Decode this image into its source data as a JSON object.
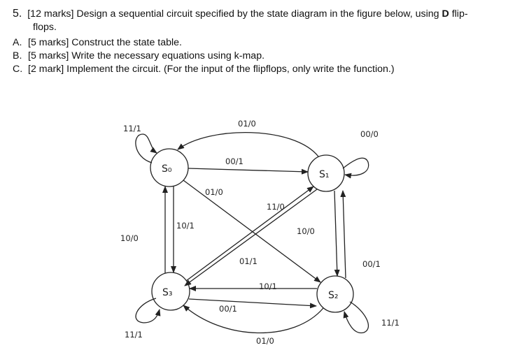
{
  "question": {
    "number": "5.",
    "text_line1": "[12 marks] Design a sequential circuit specified by the state diagram in the figure below, using ",
    "bold_D": "D",
    "text_line1_end": " flip-",
    "text_line2": "flops."
  },
  "parts": [
    {
      "letter": "A.",
      "text": "[5 marks] Construct the state table."
    },
    {
      "letter": "B.",
      "text": "[5 marks] Write the necessary equations using k-map."
    },
    {
      "letter": "C.",
      "text": "[2 mark] Implement the circuit. (For the input of the flipflops, only write the function.)"
    }
  ],
  "diagram": {
    "states": {
      "s0": "S₀",
      "s1": "S₁",
      "s2": "S₂",
      "s3": "S₃"
    },
    "labels": {
      "s0_self": "11/1",
      "s1_to_s0_top": "01/0",
      "s1_self": "00/0",
      "s0_to_s1": "00/1",
      "s0_to_s2": "01/0",
      "s2_to_s3_diag": "11/0",
      "s3_to_s0": "10/0",
      "s0_to_s3": "10/1",
      "s1_to_s2": "10/0",
      "s2_to_s1": "00/1",
      "s3_to_s1": "01/1",
      "s2_to_s3": "10/1",
      "s3_to_s2": "00/1",
      "s2_to_s3_bottom": "01/0",
      "s3_self": "11/1",
      "s2_self": "11/1"
    }
  }
}
